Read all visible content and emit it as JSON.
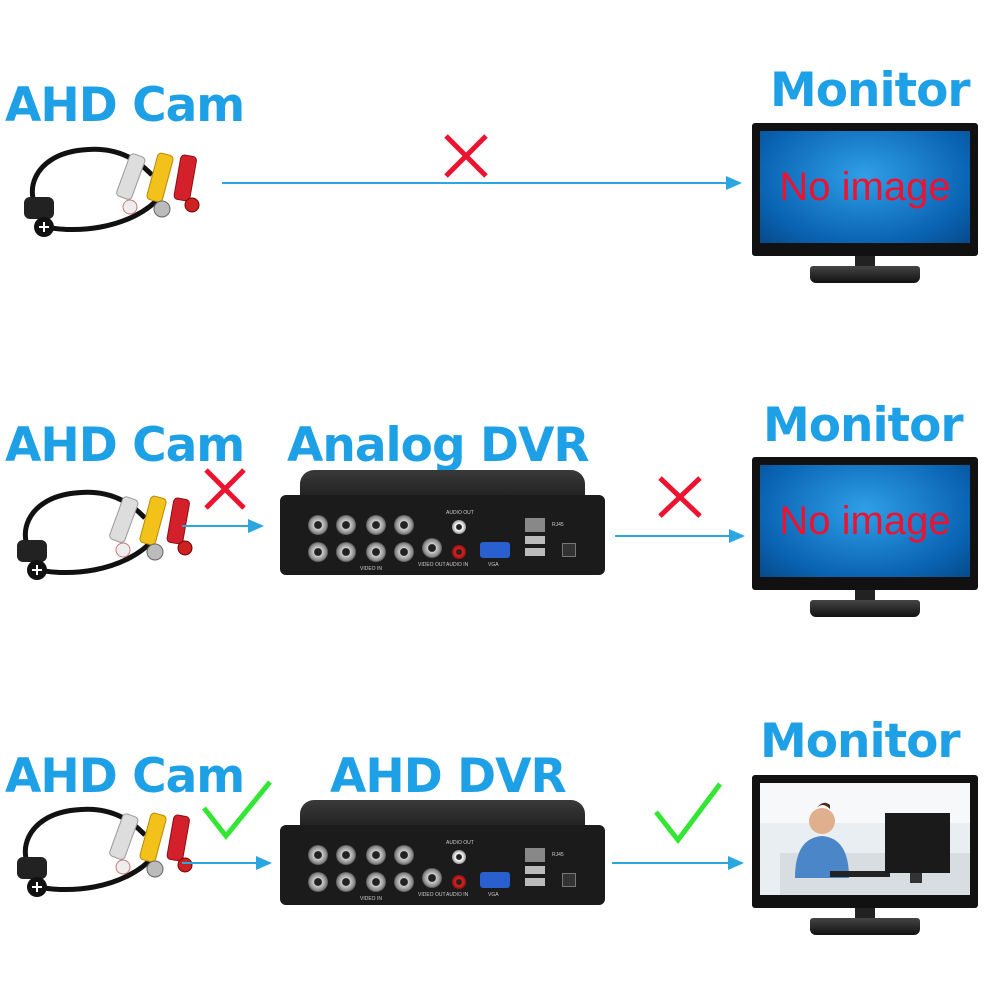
{
  "colors": {
    "label": "#1ea0e6",
    "arrow": "#2aa6e0",
    "cross": "#ec1330",
    "check": "#33e633",
    "no_image_text": "#ec1330"
  },
  "rows": [
    {
      "camera_label": "AHD Cam",
      "middle_label": "",
      "monitor_label": "Monitor",
      "screen_text": "No image",
      "status": [
        "cross-icon"
      ]
    },
    {
      "camera_label": "AHD Cam",
      "middle_label": "Analog DVR",
      "monitor_label": "Monitor",
      "screen_text": "No image",
      "status": [
        "cross-icon",
        "cross-icon"
      ]
    },
    {
      "camera_label": "AHD Cam",
      "middle_label": "AHD DVR",
      "monitor_label": "Monitor",
      "screen_text": "",
      "status": [
        "check-icon",
        "check-icon"
      ]
    }
  ],
  "dvr_port_labels": {
    "video_in": "VIDEO IN",
    "video_out": "VIDEO OUT",
    "audio_out": "AUDIO OUT",
    "audio_in": "AUDIO IN",
    "vga": "VGA",
    "rj45": "RJ45"
  }
}
